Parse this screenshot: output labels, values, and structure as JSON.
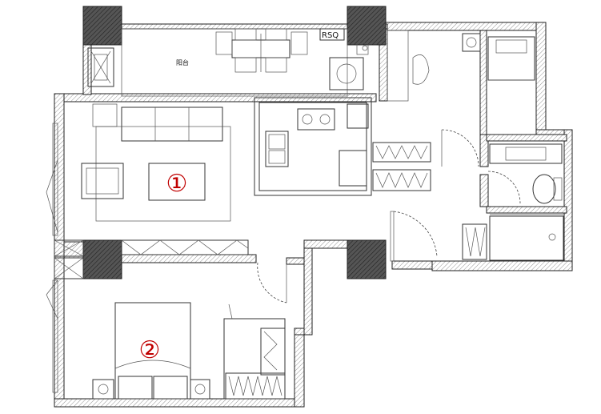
{
  "labels": {
    "balcony": "阳台",
    "rsq": "RSQ",
    "room_1": "①",
    "room_2": "②"
  },
  "colors": {
    "marker": "#c00000",
    "ink": "#222222",
    "column_fill": "#444444"
  }
}
